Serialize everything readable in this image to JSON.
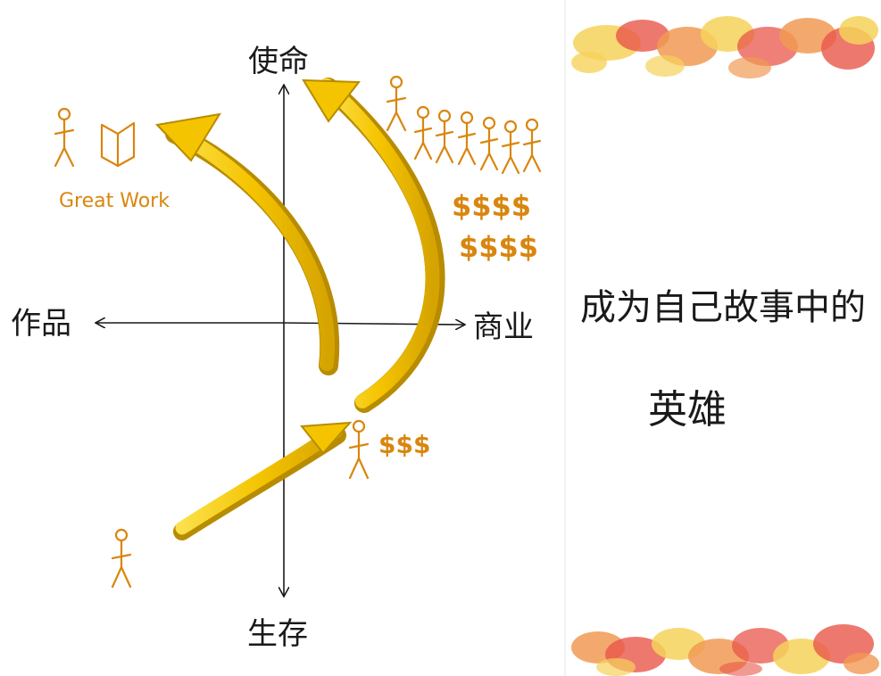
{
  "axes": {
    "top": "使命",
    "bottom": "生存",
    "left": "作品",
    "right": "商业"
  },
  "great_work_label": "Great Work",
  "money_small": "$$$",
  "money_row_1": "$$$$",
  "money_row_2": "$$$$",
  "right_panel": {
    "line1": "成为自己故事中的",
    "line2": "英雄"
  },
  "colors": {
    "arrow": "#f5c400",
    "arrow_dark": "#c89a00",
    "figure": "#d9860e",
    "ink": "#1a1a1a",
    "splash_red": "#e8564a",
    "splash_yellow": "#f6d25a",
    "splash_orange": "#f19a54"
  },
  "icons": [
    "stick-figure-icon",
    "book-icon"
  ]
}
